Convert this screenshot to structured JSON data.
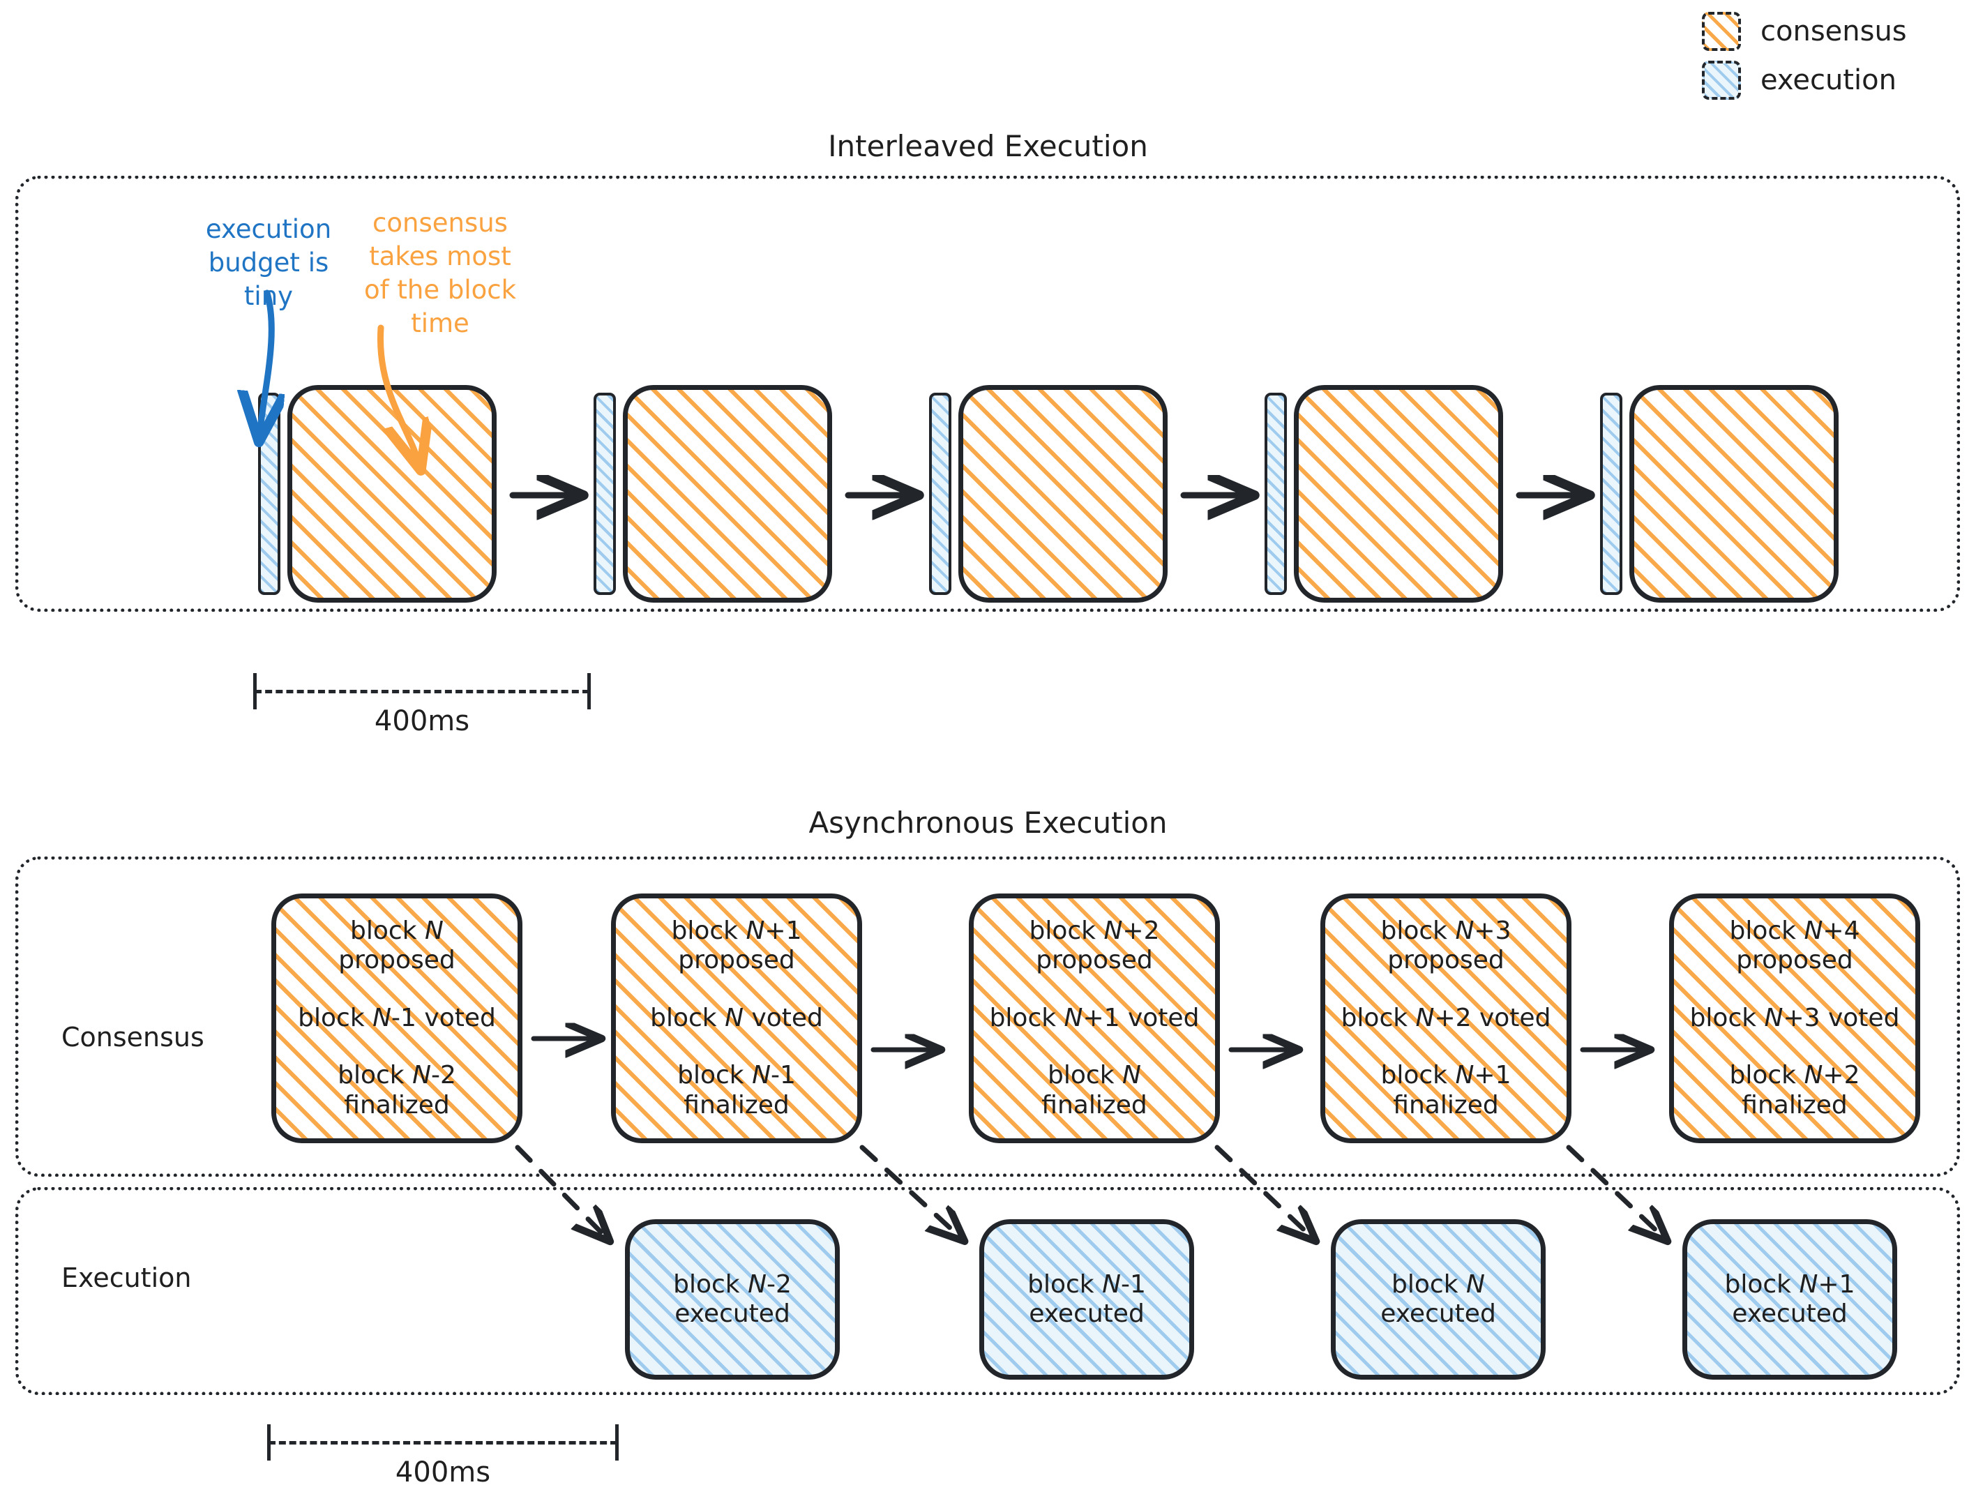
{
  "legend": {
    "items": [
      {
        "key": "consensus",
        "label": "consensus",
        "color": "#f9a94a",
        "icon": "hatched-square-icon"
      },
      {
        "key": "execution",
        "label": "execution",
        "color": "#9ecbee",
        "icon": "hatched-square-icon"
      }
    ]
  },
  "interleaved": {
    "title": "Interleaved Execution",
    "annotations": [
      {
        "id": "execution-note",
        "text": "execution budget is tiny",
        "color": "#1f75c4"
      },
      {
        "id": "consensus-note",
        "text": "consensus takes most of the block time",
        "color": "#f9a23f"
      }
    ],
    "slots": [
      {
        "execution_sliver": "execution",
        "consensus_block": "consensus"
      },
      {
        "execution_sliver": "execution",
        "consensus_block": "consensus"
      },
      {
        "execution_sliver": "execution",
        "consensus_block": "consensus"
      },
      {
        "execution_sliver": "execution",
        "consensus_block": "consensus"
      },
      {
        "execution_sliver": "execution",
        "consensus_block": "consensus"
      }
    ],
    "ruler": {
      "label": "400ms"
    }
  },
  "asynchronous": {
    "title": "Asynchronous Execution",
    "rows": [
      {
        "label": "Consensus"
      },
      {
        "label": "Execution"
      }
    ],
    "consensus_blocks": [
      {
        "line1": "block N",
        "line2": "block N-1 voted",
        "line3": "block N-2",
        "line4": "finalized"
      },
      {
        "line1": "block N+1",
        "line2": "block N voted",
        "line3": "block N-1",
        "line4": "finalized"
      },
      {
        "line1": "block N+2",
        "line2": "block N+1 voted",
        "line3": "block N",
        "line4": "finalized"
      },
      {
        "line1": "block N+3",
        "line2": "block N+2 voted",
        "line3": "block N+1",
        "line4": "finalized"
      },
      {
        "line1": "block N+4",
        "line2": "block N+3 voted",
        "line3": "block N+2",
        "line4": "finalized"
      }
    ],
    "proposed_word": "proposed",
    "execution_blocks": [
      {
        "line1": "block N-2",
        "line2": "executed"
      },
      {
        "line1": "block N-1",
        "line2": "executed"
      },
      {
        "line1": "block N",
        "line2": "executed"
      },
      {
        "line1": "block N+1",
        "line2": "executed"
      }
    ],
    "ruler": {
      "label": "400ms"
    }
  }
}
